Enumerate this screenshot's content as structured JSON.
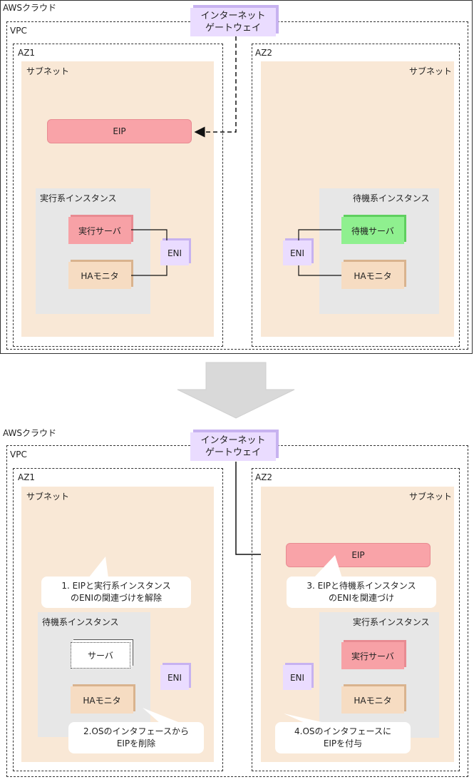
{
  "before": {
    "cloud_label": "AWSクラウド",
    "igw_line1": "インターネット",
    "igw_line2": "ゲートウェイ",
    "vpc_label": "VPC",
    "az1_label": "AZ1",
    "az2_label": "AZ2",
    "subnet1_label": "サブネット",
    "subnet2_label": "サブネット",
    "eip_label": "EIP",
    "az1_instance_label": "実行系インスタンス",
    "az1_server_label": "実行サーバ",
    "az1_hamon_label": "HAモニタ",
    "az1_eni_label": "ENI",
    "az2_instance_label": "待機系インスタンス",
    "az2_server_label": "待機サーバ",
    "az2_hamon_label": "HAモニタ",
    "az2_eni_label": "ENI"
  },
  "after": {
    "cloud_label": "AWSクラウド",
    "igw_line1": "インターネット",
    "igw_line2": "ゲートウェイ",
    "vpc_label": "VPC",
    "az1_label": "AZ1",
    "az2_label": "AZ2",
    "subnet1_label": "サブネット",
    "subnet2_label": "サブネット",
    "eip_label": "EIP",
    "az1_instance_label": "待機系インスタンス",
    "az1_server_label": "サーバ",
    "az1_hamon_label": "HAモニタ",
    "az1_eni_label": "ENI",
    "az2_instance_label": "実行系インスタンス",
    "az2_server_label": "実行サーバ",
    "az2_hamon_label": "HAモニタ",
    "az2_eni_label": "ENI",
    "callout1_line1": "1. EIPと実行系インスタンス",
    "callout1_line2": "のENIの関連づけを解除",
    "callout2_line1": "2.OSのインタフェースから",
    "callout2_line2": "EIPを削除",
    "callout3_line1": "3. EIPと待機系インスタンス",
    "callout3_line2": "のENIを関連づけ",
    "callout4_line1": "4.OSのインタフェースに",
    "callout4_line2": "EIPを付与"
  },
  "colors": {
    "subnet": "#f9e8d6",
    "instance": "#e7e7e7",
    "eip": "#f9a3a8",
    "active_server": "#f7a1a6",
    "standby_server": "#8ff08f",
    "ha_monitor": "#f6dcc2",
    "eni": "#eadcff",
    "arrow": "#d9d9d9"
  }
}
